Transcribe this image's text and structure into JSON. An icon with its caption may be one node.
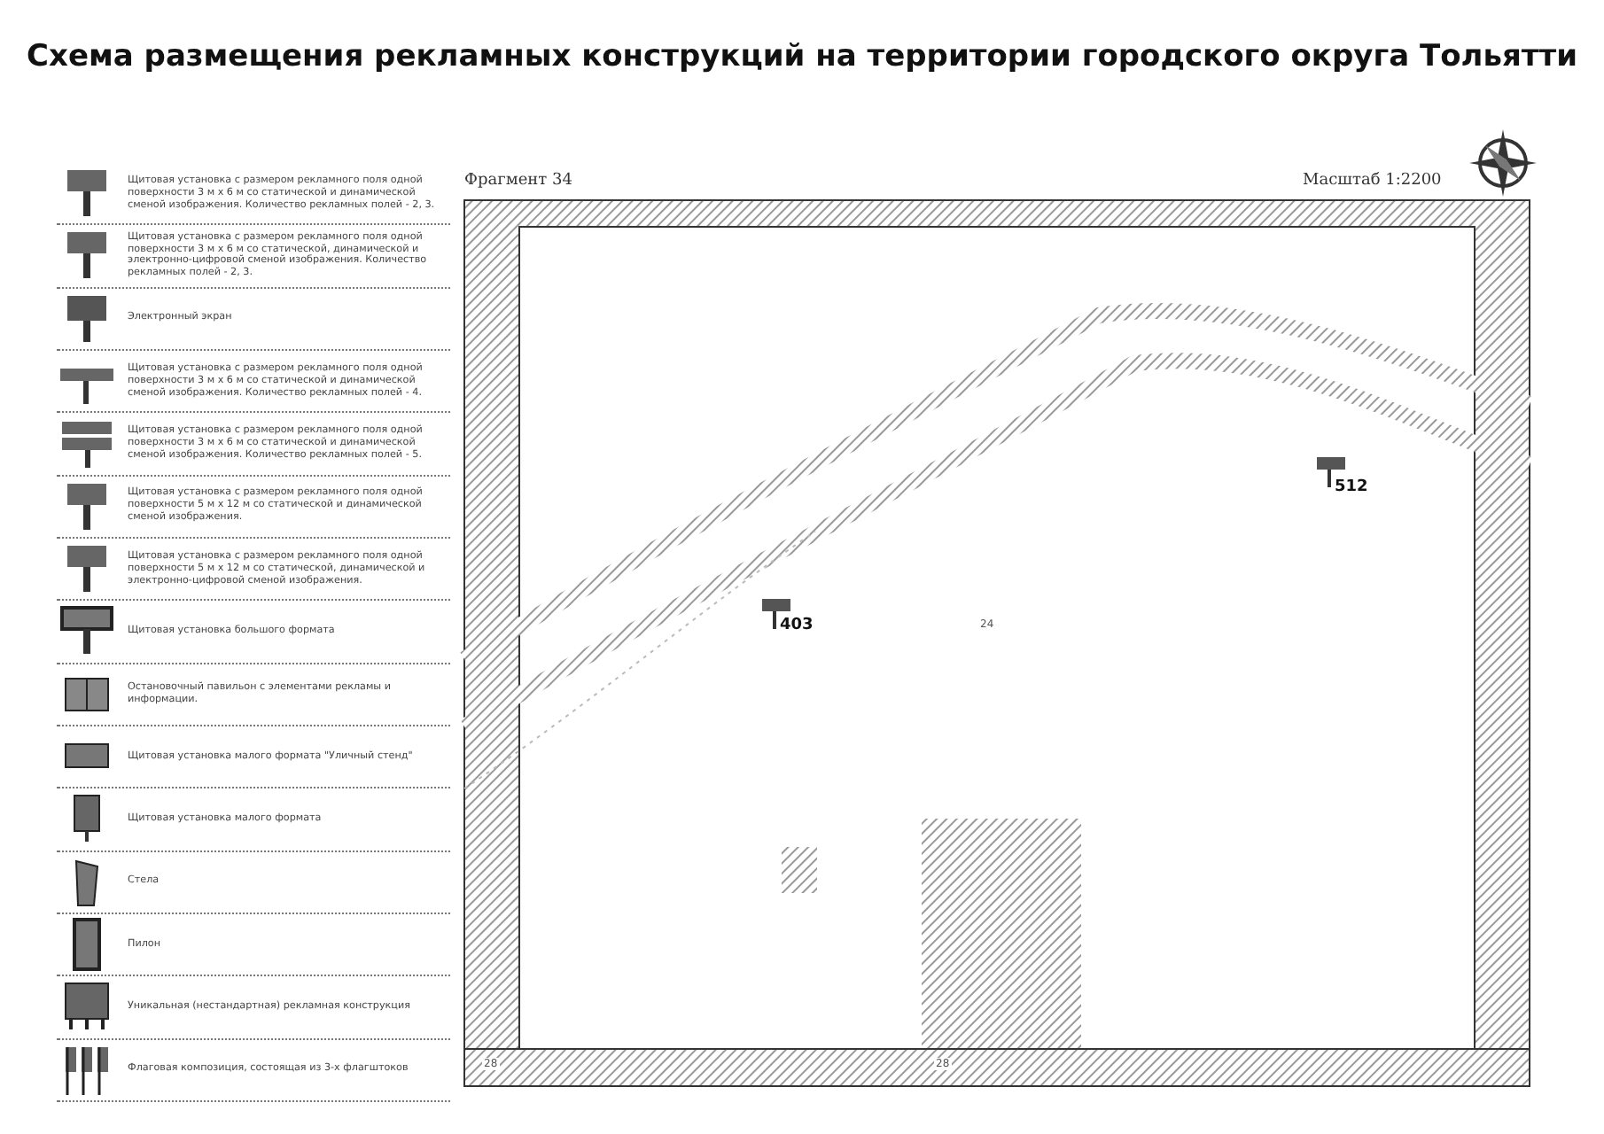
{
  "diagram": {
    "title": "Схема размещения рекламных конструкций на территории городского округа Тольятти",
    "labels": [
      "Фрагмент 34",
      "Масштаб 1:2200",
      "512",
      "403",
      "24",
      "28",
      "28"
    ],
    "legend": [
      {
        "text": "Щитовая установка с размером рекламного поля одной поверхности 3 м х 6 м со статической и динамической сменой изображения. Количество рекламных полей - 2, 3."
      },
      {
        "text": "Щитовая установка с размером рекламного поля одной поверхности 3 м х 6 м со статической, динамической и электронно-цифровой сменой изображения. Количество рекламных полей - 2, 3."
      },
      {
        "text": "Электронный экран"
      },
      {
        "text": "Щитовая установка с размером рекламного поля одной поверхности 3 м х 6 м со статической и динамической сменой изображения. Количество рекламных полей - 4."
      },
      {
        "text": "Щитовая установка с размером рекламного поля одной поверхности 3 м х 6 м со статической и динамической сменой изображения. Количество рекламных полей - 5."
      },
      {
        "text": "Щитовая установка с размером рекламного поля одной поверхности 5 м х 12 м со статической и динамической сменой изображения."
      },
      {
        "text": "Щитовая установка с размером рекламного поля одной поверхности 5 м х 12 м со статической, динамической и электронно-цифровой сменой изображения."
      },
      {
        "text": "Щитовая установка большого формата"
      },
      {
        "text": "Остановочный павильон с элементами рекламы и информации."
      },
      {
        "text": "Щитовая установка малого формата \"Уличный стенд\""
      },
      {
        "text": "Щитовая установка малого формата"
      },
      {
        "text": "Стела"
      },
      {
        "text": "Пилон"
      },
      {
        "text": "Уникальная (нестандартная) рекламная конструкция"
      },
      {
        "text": "Флаговая композиция, состоящая из 3-х флагштоков"
      }
    ]
  }
}
